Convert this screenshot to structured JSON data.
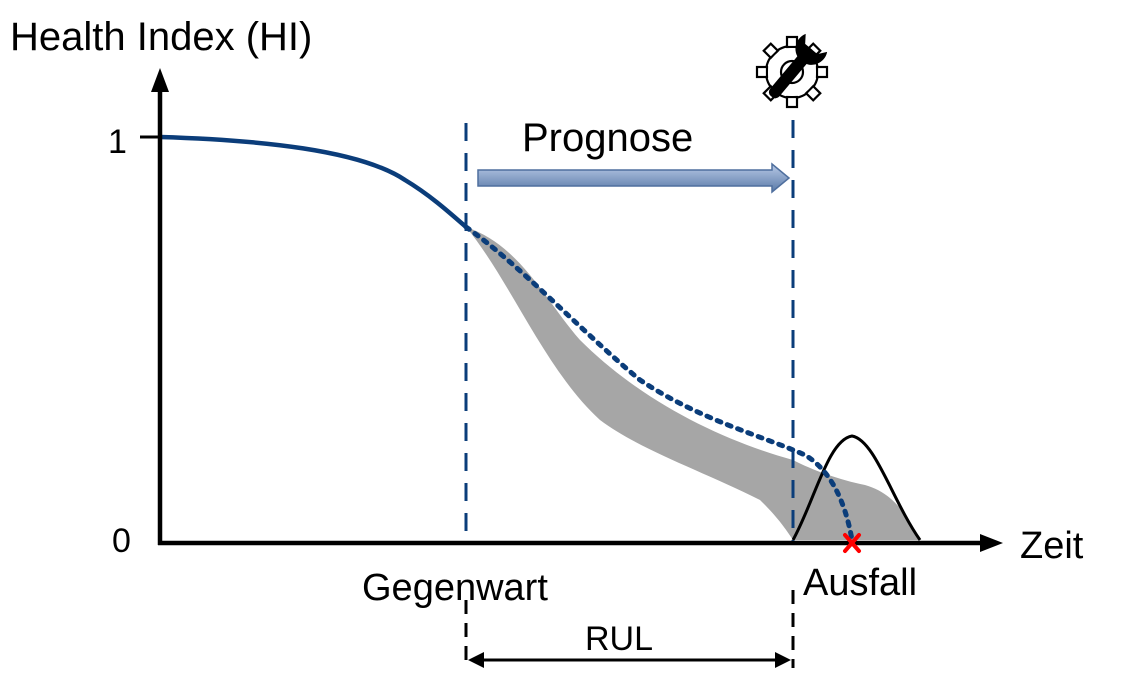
{
  "labels": {
    "y_axis_title": "Health Index (HI)",
    "x_axis_title": "Zeit",
    "y_tick_top": "1",
    "y_tick_bottom": "0",
    "prognosis": "Prognose",
    "present": "Gegenwart",
    "failure": "Ausfall",
    "rul": "RUL"
  },
  "icons": {
    "maintenance": "wrench-gear-icon",
    "failure_marker": "red-x-icon"
  },
  "colors": {
    "curve": "#0b3d7a",
    "dashed_lines": "#0b3d7a",
    "uncertainty_band": "#a6a6a6",
    "arrow_fill_start": "#9db3d6",
    "arrow_fill_end": "#4f6f9e",
    "failure_marker": "#ff0000",
    "axes": "#000000"
  }
}
